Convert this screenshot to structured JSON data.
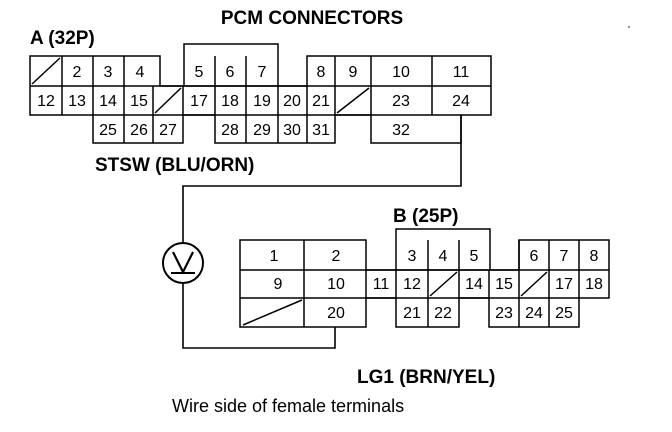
{
  "title": "PCM CONNECTORS",
  "caption": "Wire side of female terminals",
  "connector_a": {
    "label": "A (32P)",
    "terminals": [
      "2",
      "3",
      "4",
      "5",
      "6",
      "7",
      "8",
      "9",
      "10",
      "11",
      "12",
      "13",
      "14",
      "15",
      "17",
      "18",
      "19",
      "20",
      "21",
      "23",
      "24",
      "25",
      "26",
      "27",
      "28",
      "29",
      "30",
      "31",
      "32"
    ]
  },
  "connector_b": {
    "label": "B (25P)",
    "terminals": [
      "1",
      "2",
      "3",
      "4",
      "5",
      "6",
      "7",
      "8",
      "9",
      "10",
      "11",
      "12",
      "14",
      "15",
      "17",
      "18",
      "20",
      "21",
      "22",
      "23",
      "24",
      "25"
    ]
  },
  "wire_stsw": "STSW (BLU/ORN)",
  "wire_lg1": "LG1 (BRN/YEL)",
  "colors": {
    "line": "#000000",
    "background": "#ffffff"
  },
  "icons": {
    "voltmeter": "voltmeter-icon"
  }
}
